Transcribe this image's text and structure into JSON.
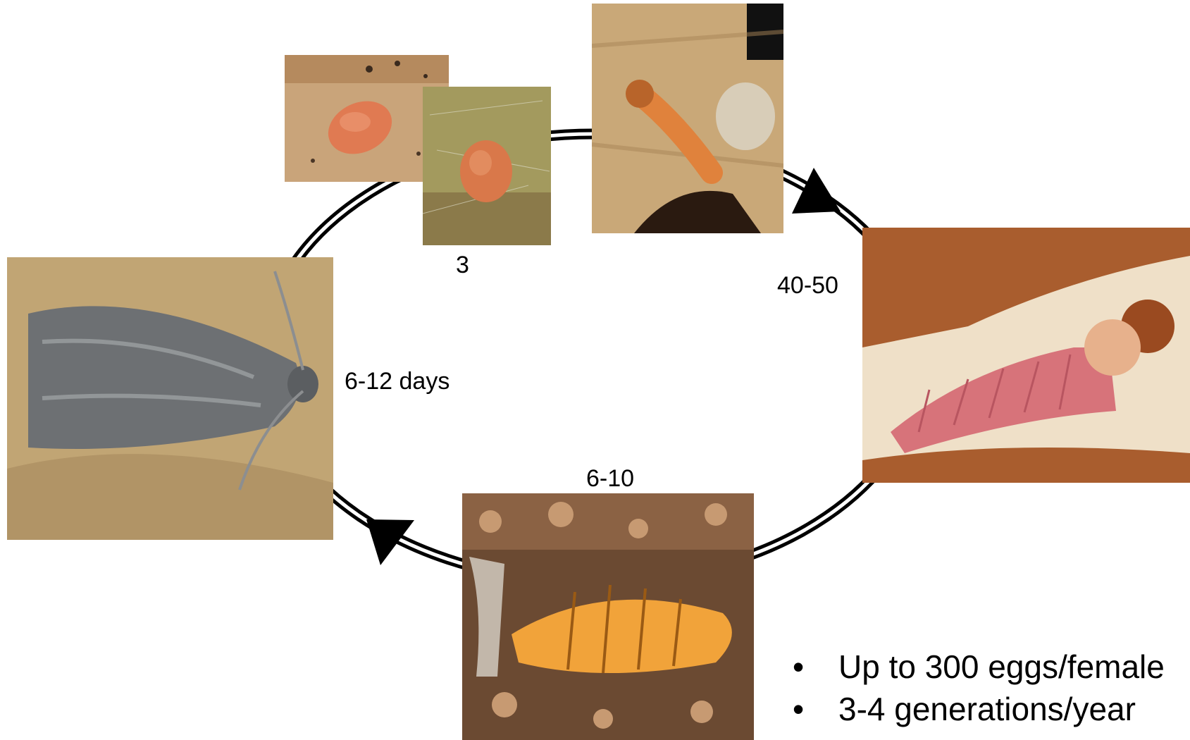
{
  "stage_labels": {
    "egg": "3",
    "larva": "40-50",
    "pupa": "6-10",
    "adult": "6-12 days"
  },
  "notes": [
    {
      "bullet": "•",
      "text": "Up to 300 eggs/female"
    },
    {
      "bullet": "•",
      "text": "3-4 generations/year"
    }
  ],
  "colors": {
    "cycle_line": "#000000",
    "egg": "#e07a52",
    "larva_young": "#e0823c",
    "larva_mature": "#d7737a",
    "pupa": "#f1a33a",
    "moth": "#6d7073",
    "bark": "#c9a878",
    "soil": "#6b4a32"
  },
  "icons": {
    "arrow": "triangle-arrowhead"
  }
}
